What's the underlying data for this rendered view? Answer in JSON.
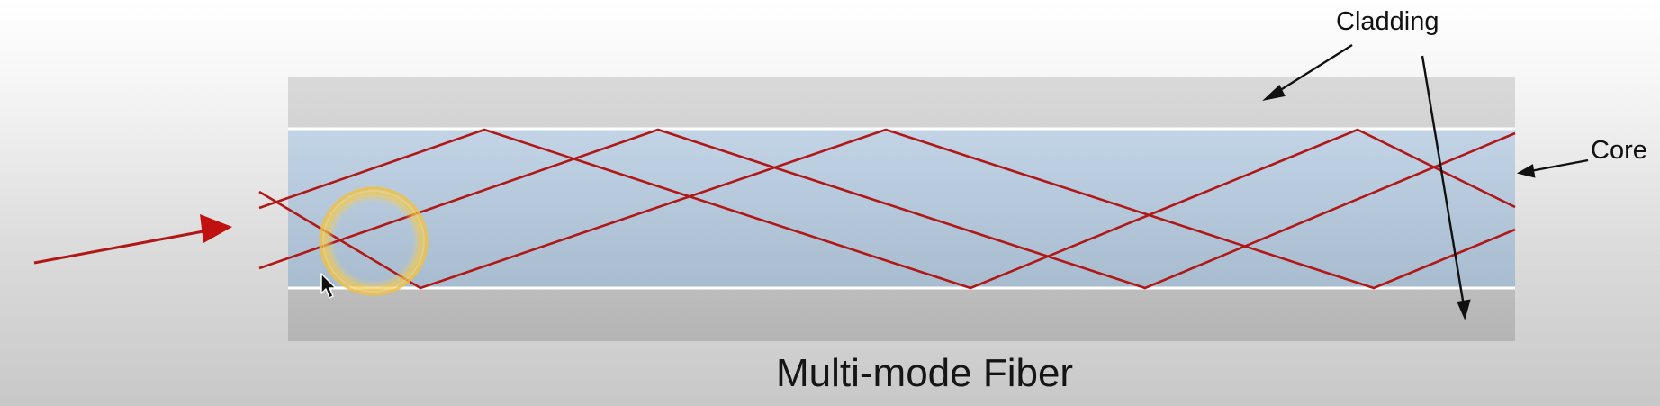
{
  "labels": {
    "cladding": "Cladding",
    "core": "Core",
    "caption": "Multi-mode Fiber"
  },
  "colors": {
    "ray": "#b01818",
    "arrow": "#b01818",
    "cladding_fill": "#d6d6d6",
    "core_fill": "#b6c8da",
    "pointer_line": "#111111",
    "highlight_ring": "#f0c040"
  },
  "icons": {
    "cursor": "mouse-pointer-icon",
    "highlight": "click-highlight-ring"
  }
}
